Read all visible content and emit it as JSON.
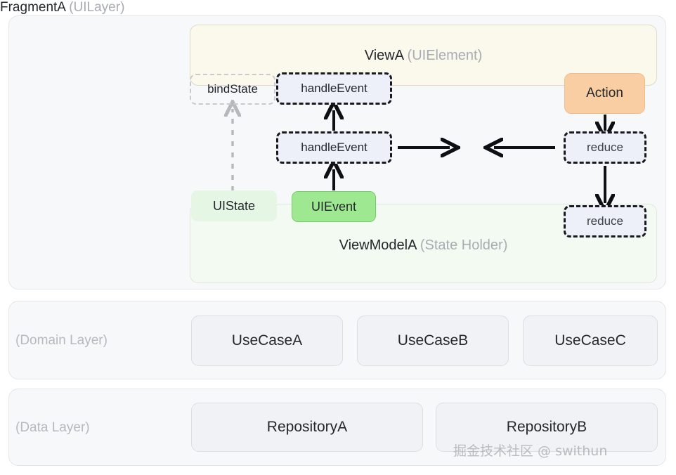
{
  "diagram": {
    "title_parts": {
      "fragment_name": "FragmentA",
      "fragment_role": "(UILayer)",
      "view_name": "ViewA",
      "view_role": "(UIElement)",
      "viewmodel_name": "ViewModelA",
      "viewmodel_role": "(State Holder)"
    },
    "ui_layer": {
      "label_strong": "FragmentA",
      "label_muted": "(UILayer)",
      "view_container": {
        "name": "ViewA",
        "role": "(UIElement)",
        "fill": "#fbf8ec",
        "border": "#dfd9c8"
      },
      "viewmodel_container": {
        "name": "ViewModelA",
        "role": "(State Holder)",
        "fill": "#f3faf2",
        "border": "#dfe7de"
      },
      "nodes": [
        {
          "id": "bindState",
          "label": "bindState",
          "style": "dashed-light",
          "fill": "transparent",
          "border": "#c8cacd"
        },
        {
          "id": "handleEventTop",
          "label": "handleEvent",
          "style": "dashed-dark",
          "fill": "#edeff9",
          "border": "#17191c"
        },
        {
          "id": "action",
          "label": "Action",
          "style": "solid-orange",
          "fill": "#f9cea2",
          "border": "#edbd8d"
        },
        {
          "id": "handleEventMid",
          "label": "handleEvent",
          "style": "dashed-dark",
          "fill": "#edeff9",
          "border": "#17191c"
        },
        {
          "id": "reduceTop",
          "label": "reduce",
          "style": "dashed-dark",
          "fill": "#edeff9",
          "border": "#17191c"
        },
        {
          "id": "uiState",
          "label": "UIState",
          "style": "pale-green",
          "fill": "#e6f6e4",
          "border": "none"
        },
        {
          "id": "uiEvent",
          "label": "UIEvent",
          "style": "solid-green",
          "fill": "#9fe892",
          "border": "#74cf68"
        },
        {
          "id": "reduceBottom",
          "label": "reduce",
          "style": "dashed-dark",
          "fill": "#edeff9",
          "border": "#17191c"
        }
      ],
      "arrows": [
        {
          "id": "uistate-to-bindstate",
          "from": "UIState",
          "to": "bindState",
          "style": "dashed",
          "color": "#b5b8bc",
          "direction": "up"
        },
        {
          "id": "uievent-to-handleeventmid",
          "from": "UIEvent",
          "to": "handleEvent",
          "style": "solid",
          "color": "#0d0f12",
          "direction": "up"
        },
        {
          "id": "handleeventmid-to-handleeventtop",
          "from": "handleEvent",
          "to": "handleEvent",
          "style": "solid",
          "color": "#0d0f12",
          "direction": "up"
        },
        {
          "id": "handleeventmid-right",
          "from": "handleEvent",
          "to": "",
          "style": "solid",
          "color": "#0d0f12",
          "direction": "right"
        },
        {
          "id": "reducetop-left",
          "from": "reduce",
          "to": "",
          "style": "solid",
          "color": "#0d0f12",
          "direction": "left"
        },
        {
          "id": "action-to-reducetop",
          "from": "Action",
          "to": "reduce",
          "style": "solid",
          "color": "#0d0f12",
          "direction": "down"
        },
        {
          "id": "reducetop-to-reducebottom",
          "from": "reduce",
          "to": "reduce",
          "style": "solid",
          "color": "#0d0f12",
          "direction": "down"
        }
      ]
    },
    "domain_layer": {
      "label": "(Domain Layer)",
      "cards": [
        "UseCaseA",
        "UseCaseB",
        "UseCaseC"
      ]
    },
    "data_layer": {
      "label": "(Data Layer)",
      "cards": [
        "RepositoryA",
        "RepositoryB"
      ]
    },
    "watermark": "掘金技术社区 @ swithun",
    "colors": {
      "page_background": "#ffffff",
      "panel_fill": "#f7f8f9",
      "panel_border": "#e3e5e8",
      "card_fill": "#f1f2f6",
      "card_border": "#dcdee4",
      "muted_text": "#a9acb2",
      "ink_text": "#24272b"
    }
  }
}
